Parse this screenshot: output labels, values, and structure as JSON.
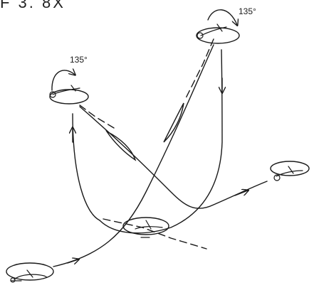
{
  "header": {
    "label": "F 3. 8X"
  },
  "annotations": {
    "left_turn_angle": "135°",
    "right_turn_angle": "135°"
  },
  "colors": {
    "ink": "#1a1a1a",
    "background": "#ffffff"
  }
}
